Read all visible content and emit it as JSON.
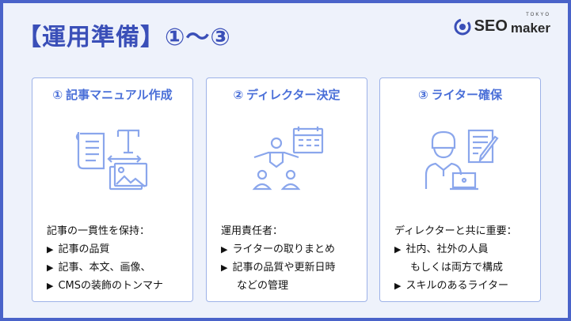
{
  "header": {
    "title": "【運用準備】①〜③",
    "logo_main": "SEO",
    "logo_sub": "maker",
    "logo_tokyo": "TOKYO"
  },
  "cards": [
    {
      "num": "①",
      "title": "記事マニュアル作成",
      "icon": "document-manual-icon",
      "lines": [
        {
          "text": "記事の一貫性を保持：",
          "type": "plain"
        },
        {
          "text": "記事の品質",
          "type": "bullet"
        },
        {
          "text": "記事、本文、画像、",
          "type": "bullet"
        },
        {
          "text": "CMSの装飾のトンマナ",
          "type": "bullet"
        }
      ]
    },
    {
      "num": "②",
      "title": "ディレクター決定",
      "icon": "director-calendar-icon",
      "lines": [
        {
          "text": "運用責任者：",
          "type": "plain"
        },
        {
          "text": "ライターの取りまとめ",
          "type": "bullet"
        },
        {
          "text": "記事の品質や更新日時",
          "type": "bullet"
        },
        {
          "text": "などの管理",
          "type": "indent"
        }
      ]
    },
    {
      "num": "③",
      "title": "ライター確保",
      "icon": "writer-laptop-icon",
      "lines": [
        {
          "text": "ディレクターと共に重要：",
          "type": "plain"
        },
        {
          "text": "社内、社外の人員",
          "type": "bullet"
        },
        {
          "text": "もしくは両方で構成",
          "type": "indent"
        },
        {
          "text": "スキルのあるライター",
          "type": "bullet"
        }
      ]
    }
  ],
  "colors": {
    "accent": "#4a6fd8",
    "title": "#3a4fb8",
    "border": "#4a63c9",
    "icon": "#8aa6ec",
    "background": "#eef2fb"
  }
}
